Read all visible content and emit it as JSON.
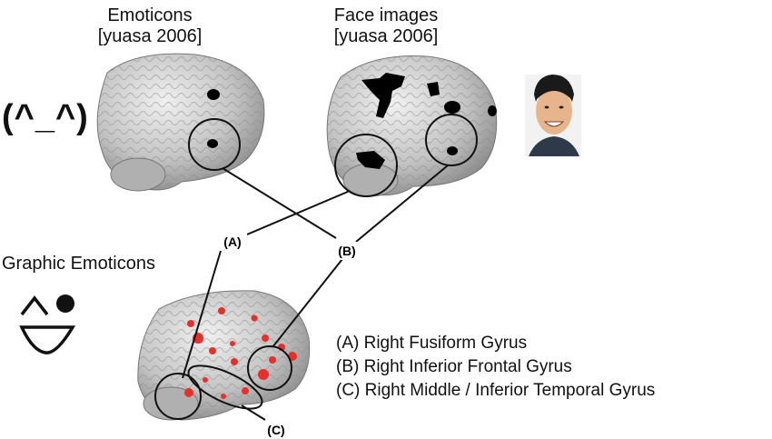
{
  "panels": {
    "emoticons": {
      "title": "Emoticons",
      "citation": "[yuasa 2006]",
      "emoticon_text": "(^_^)"
    },
    "face_images": {
      "title": "Face images",
      "citation": "[yuasa 2006]"
    },
    "graphic_emoticons": {
      "title": "Graphic Emoticons"
    }
  },
  "connector_labels": {
    "a": "(A)",
    "b": "(B)",
    "c": "(C)"
  },
  "legend": [
    "(A) Right Fusiform Gyrus",
    "(B) Right Inferior Frontal Gyrus",
    "(C) Right Middle / Inferior Temporal Gyrus"
  ],
  "colors": {
    "brain": "#c8c8c8",
    "activation_black": "#000000",
    "activation_red": "#e8302a"
  }
}
